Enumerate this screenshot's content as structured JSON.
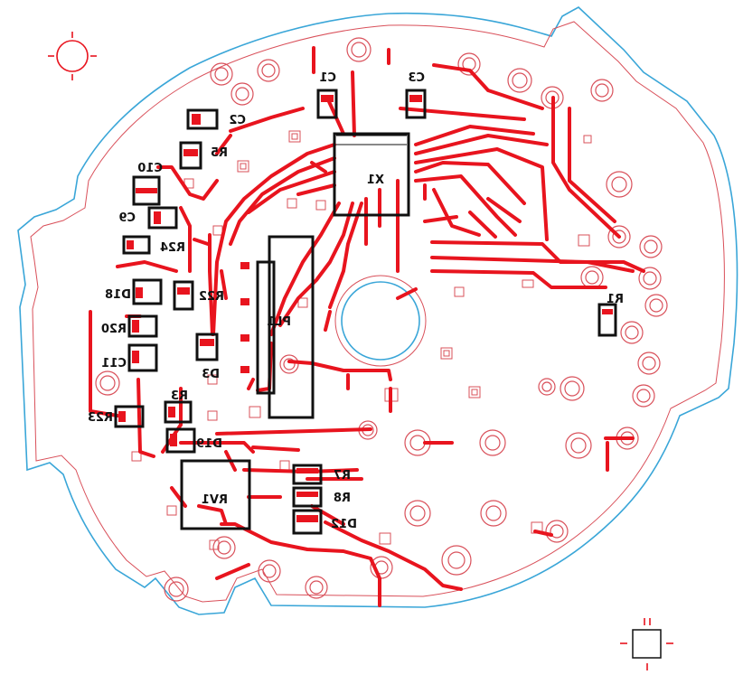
{
  "colors": {
    "outline": "#3aa6d8",
    "trace": "#e8141e",
    "silkscreen": "#111111",
    "pad_ring": "#d9505a",
    "background": "#ffffff"
  },
  "icons": [
    "fiducial-crosshair-icon",
    "fiducial-square-icon"
  ],
  "labels": {
    "c1": "C1",
    "c3": "C3",
    "c2": "C2",
    "r5": "R5",
    "c10": "C10",
    "c9": "C9",
    "r24": "R24",
    "d18": "D18",
    "r22": "R22",
    "r20": "R20",
    "c11": "C11",
    "d3": "D3",
    "r23": "R23",
    "r3": "R3",
    "d19": "D19",
    "rv1": "RV1",
    "r7": "R7",
    "r8": "R8",
    "d12": "D12",
    "x1": "X1",
    "pl1": "PL1",
    "r1": "R1"
  }
}
